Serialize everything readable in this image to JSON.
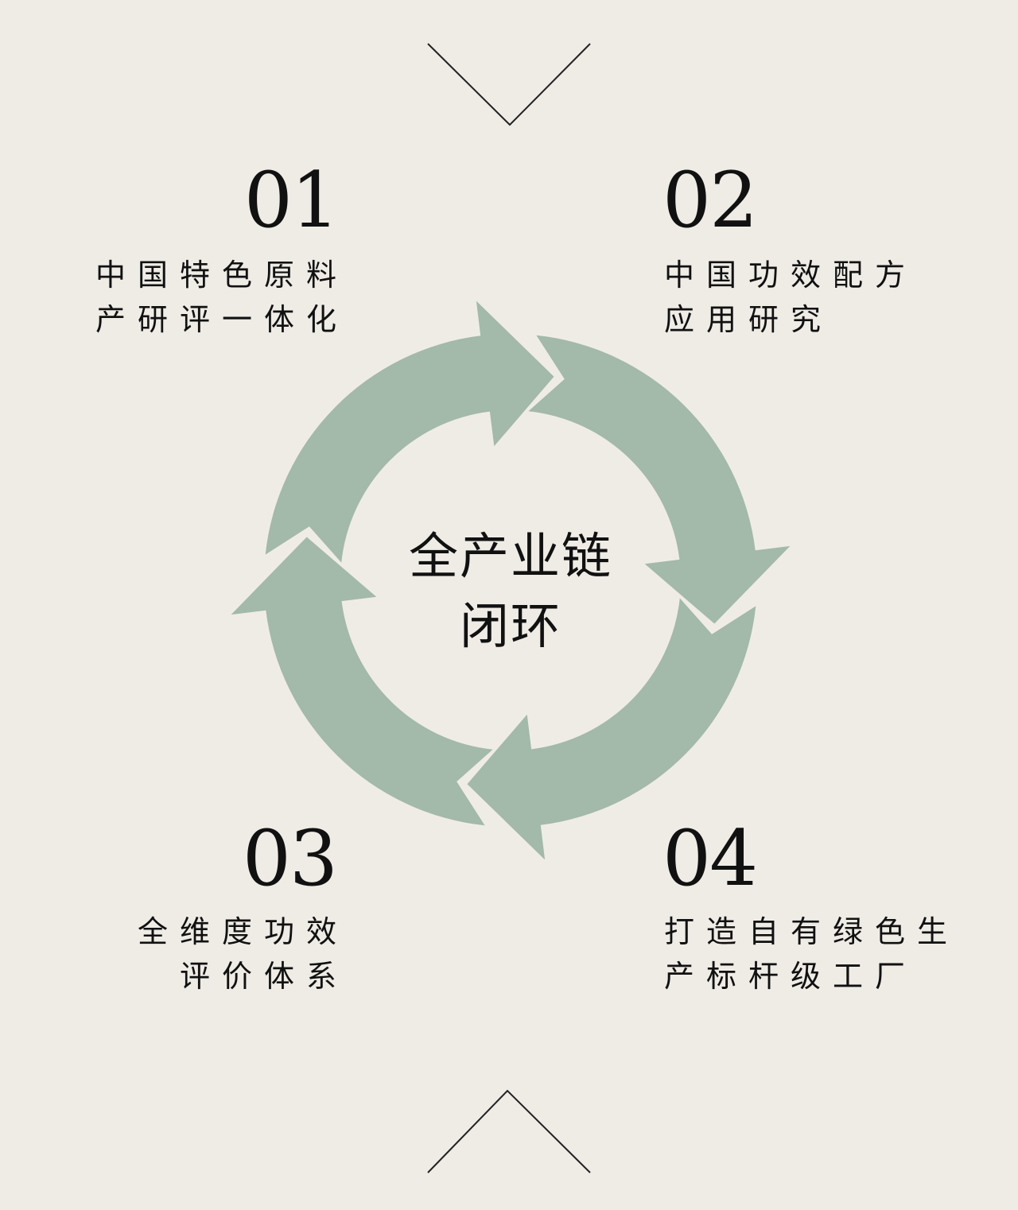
{
  "center_title": [
    "全产业链",
    "闭环"
  ],
  "steps": [
    {
      "number": "01",
      "lines": [
        "中国特色原料",
        "产研评一体化"
      ]
    },
    {
      "number": "02",
      "lines": [
        "中国功效配方",
        "应用研究"
      ]
    },
    {
      "number": "03",
      "lines": [
        "全维度功效",
        "评价体系"
      ]
    },
    {
      "number": "04",
      "lines": [
        "打造自有绿色生",
        "产标杆级工厂"
      ]
    }
  ],
  "colors": {
    "background": "#efece6",
    "arrow": "#a3b9aa",
    "text": "#111111"
  }
}
